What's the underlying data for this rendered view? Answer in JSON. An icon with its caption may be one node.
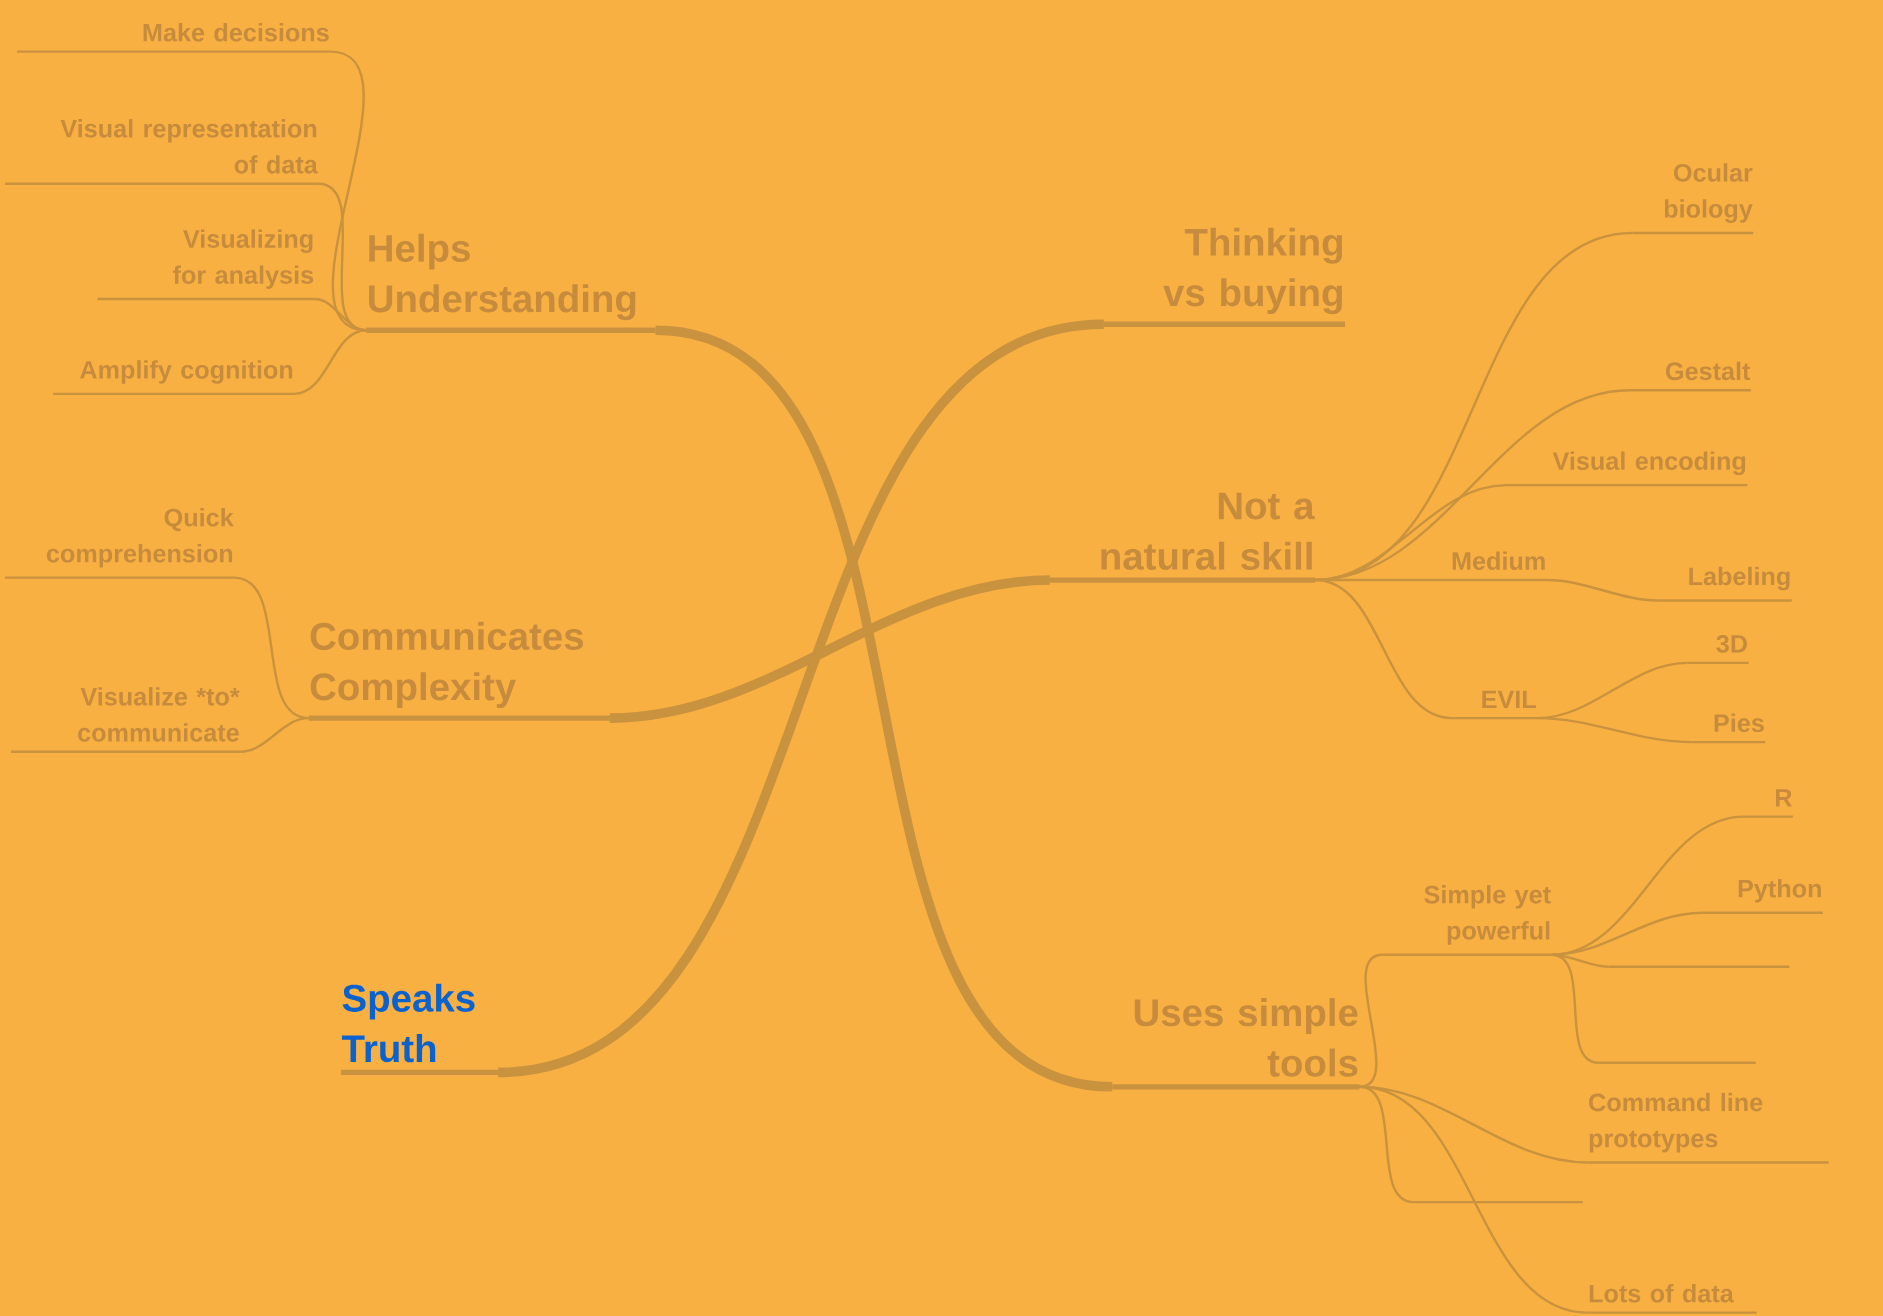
{
  "diagram": {
    "nodes": [
      {
        "text": [
          "Make decisions"
        ]
      },
      {
        "text": [
          "Visual representation of data"
        ]
      },
      {
        "text": [
          "Visualizing for analysis"
        ]
      },
      {
        "text": [
          "Amplify cognition"
        ]
      },
      {
        "text": [
          "Helps Understanding"
        ]
      },
      {
        "text": [
          "Thinking vs buying"
        ]
      },
      {
        "text": [
          "Ocular biology"
        ]
      },
      {
        "text": [
          "Gestalt"
        ]
      },
      {
        "text": [
          "Not a natural skill"
        ]
      },
      {
        "text": [
          "Visual encoding"
        ]
      },
      {
        "text": [
          "Medium"
        ]
      },
      {
        "text": [
          "Labeling"
        ]
      },
      {
        "text": [
          "Quick comprehension"
        ]
      },
      {
        "text": [
          "Communicates Complexity"
        ]
      },
      {
        "text": [
          "Visualize *to* communicate"
        ]
      },
      {
        "text": [
          "EVIL"
        ]
      },
      {
        "text": [
          "3D"
        ]
      },
      {
        "text": [
          "Pies"
        ]
      },
      {
        "text": [
          "Speaks Truth"
        ]
      },
      {
        "text": [
          "R"
        ]
      },
      {
        "text": [
          "Simple yet powerful"
        ]
      },
      {
        "text": [
          "Python"
        ]
      },
      {
        "text": [
          "Uses simple tools"
        ]
      },
      {
        "text": [],
        "shape": "bar"
      },
      {
        "text": [],
        "shape": "bar"
      },
      {
        "text": [
          "Command line prototypes"
        ]
      },
      {
        "text": [],
        "shape": "bar"
      },
      {
        "text": [
          "Lots of data"
        ]
      }
    ],
    "edges": [
      {
        "from": 4,
        "to": 0,
        "arrow": "none"
      },
      {
        "from": 4,
        "to": 1,
        "arrow": "none"
      },
      {
        "from": 4,
        "to": 2,
        "arrow": "none"
      },
      {
        "from": 4,
        "to": 3,
        "arrow": "none"
      },
      {
        "from": 4,
        "to": 22,
        "arrow": "none",
        "style": "thick"
      },
      {
        "from": 18,
        "to": 5,
        "arrow": "none",
        "style": "thick"
      },
      {
        "from": 13,
        "to": 8,
        "arrow": "none",
        "style": "thick"
      },
      {
        "from": 8,
        "to": 6,
        "arrow": "none"
      },
      {
        "from": 8,
        "to": 7,
        "arrow": "none"
      },
      {
        "from": 8,
        "to": 9,
        "arrow": "none"
      },
      {
        "from": 8,
        "to": 10,
        "arrow": "none"
      },
      {
        "from": 10,
        "to": 11,
        "arrow": "none"
      },
      {
        "from": 8,
        "to": 15,
        "arrow": "none"
      },
      {
        "from": 15,
        "to": 16,
        "arrow": "none"
      },
      {
        "from": 15,
        "to": 17,
        "arrow": "none"
      },
      {
        "from": 13,
        "to": 12,
        "arrow": "none"
      },
      {
        "from": 13,
        "to": 14,
        "arrow": "none"
      },
      {
        "from": 22,
        "to": 20,
        "arrow": "none"
      },
      {
        "from": 20,
        "to": 19,
        "arrow": "none"
      },
      {
        "from": 20,
        "to": 21,
        "arrow": "none"
      },
      {
        "from": 20,
        "to": 23,
        "arrow": "none"
      },
      {
        "from": 20,
        "to": 24,
        "arrow": "none"
      },
      {
        "from": 22,
        "to": 25,
        "arrow": "none"
      },
      {
        "from": 22,
        "to": 26,
        "arrow": "none"
      },
      {
        "from": 22,
        "to": 27,
        "arrow": "none"
      }
    ]
  }
}
